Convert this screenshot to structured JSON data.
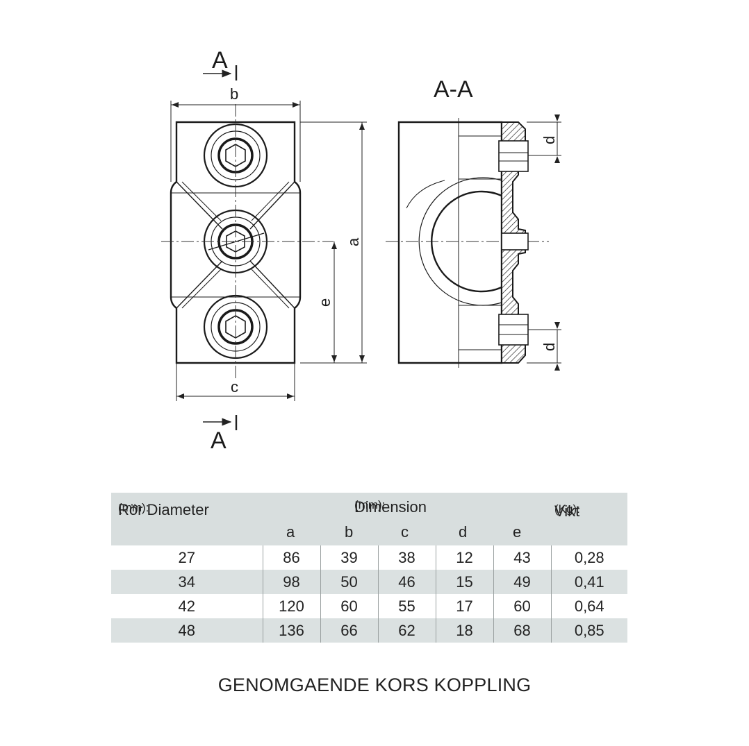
{
  "drawing": {
    "section_mark": "A",
    "section_title": "A-A",
    "dims": {
      "a": "a",
      "b": "b",
      "c": "c",
      "d": "d",
      "e": "e"
    }
  },
  "table": {
    "header": {
      "pipe_label": "Rör Diameter",
      "pipe_unit": "(mm):",
      "dim_label": "Dimension",
      "dim_unit": "(mm):",
      "weight_label": "Vikt",
      "weight_unit": "(Kg):",
      "cols": [
        "a",
        "b",
        "c",
        "d",
        "e"
      ]
    },
    "rows": [
      [
        "27",
        "86",
        "39",
        "38",
        "12",
        "43",
        "0,28"
      ],
      [
        "34",
        "98",
        "50",
        "46",
        "15",
        "49",
        "0,41"
      ],
      [
        "42",
        "120",
        "60",
        "55",
        "17",
        "60",
        "0,64"
      ],
      [
        "48",
        "136",
        "66",
        "62",
        "18",
        "68",
        "0,85"
      ]
    ]
  },
  "caption": "GENOMGAENDE KORS KOPPLING"
}
